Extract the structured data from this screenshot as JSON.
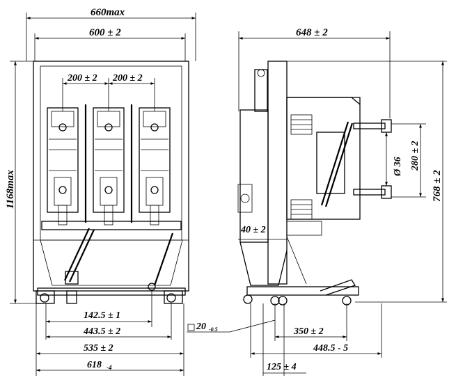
{
  "dimensions": {
    "front": {
      "overall_width": "660max",
      "frame_width": "600 ± 2",
      "pole_pitch_left": "200 ± 2",
      "pole_pitch_right": "200 ± 2",
      "height": "1168max",
      "d1": "142.5 ± 1",
      "d2": "443.5 ± 2",
      "d3": "535 ± 2",
      "d4_main": "618",
      "d4_sub": "-4"
    },
    "side": {
      "depth": "648 ± 2",
      "terminal_gap": "280 ± 2",
      "terminal_dia": "Ø 36",
      "height": "768 ± 2",
      "offset": "40 ± 2",
      "square_main": "20",
      "square_sub": "-0.5",
      "wheel_base": "350 ± 2",
      "rail_span": "448.5 - 5",
      "wheel_track": "125 ± 4"
    }
  },
  "colors": {
    "ink": "#000000",
    "paper": "#ffffff"
  }
}
